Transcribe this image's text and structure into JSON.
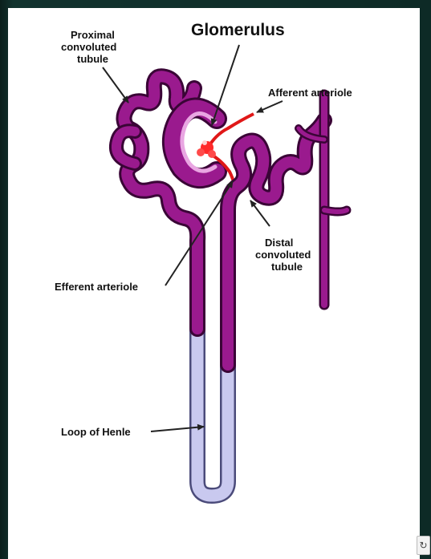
{
  "diagram": {
    "title": "Glomerulus",
    "labels": {
      "proximal": [
        "Proximal",
        "convoluted",
        "tubule"
      ],
      "afferent": "Afferent arteriole",
      "distal": [
        "Distal",
        "convoluted",
        "tubule"
      ],
      "efferent": "Efferent arteriole",
      "loop": "Loop of Henle"
    },
    "colors": {
      "background": "#0d2a26",
      "panel": "#ffffff",
      "tubule": "#9a1a8e",
      "tubule_edge": "#3a0536",
      "loop": "#c9c9ef",
      "loop_edge": "#4b4b7a",
      "arteriole": "#e01818",
      "glomerulus": "#ff2a2a"
    },
    "corner_icon": "refresh-icon"
  }
}
